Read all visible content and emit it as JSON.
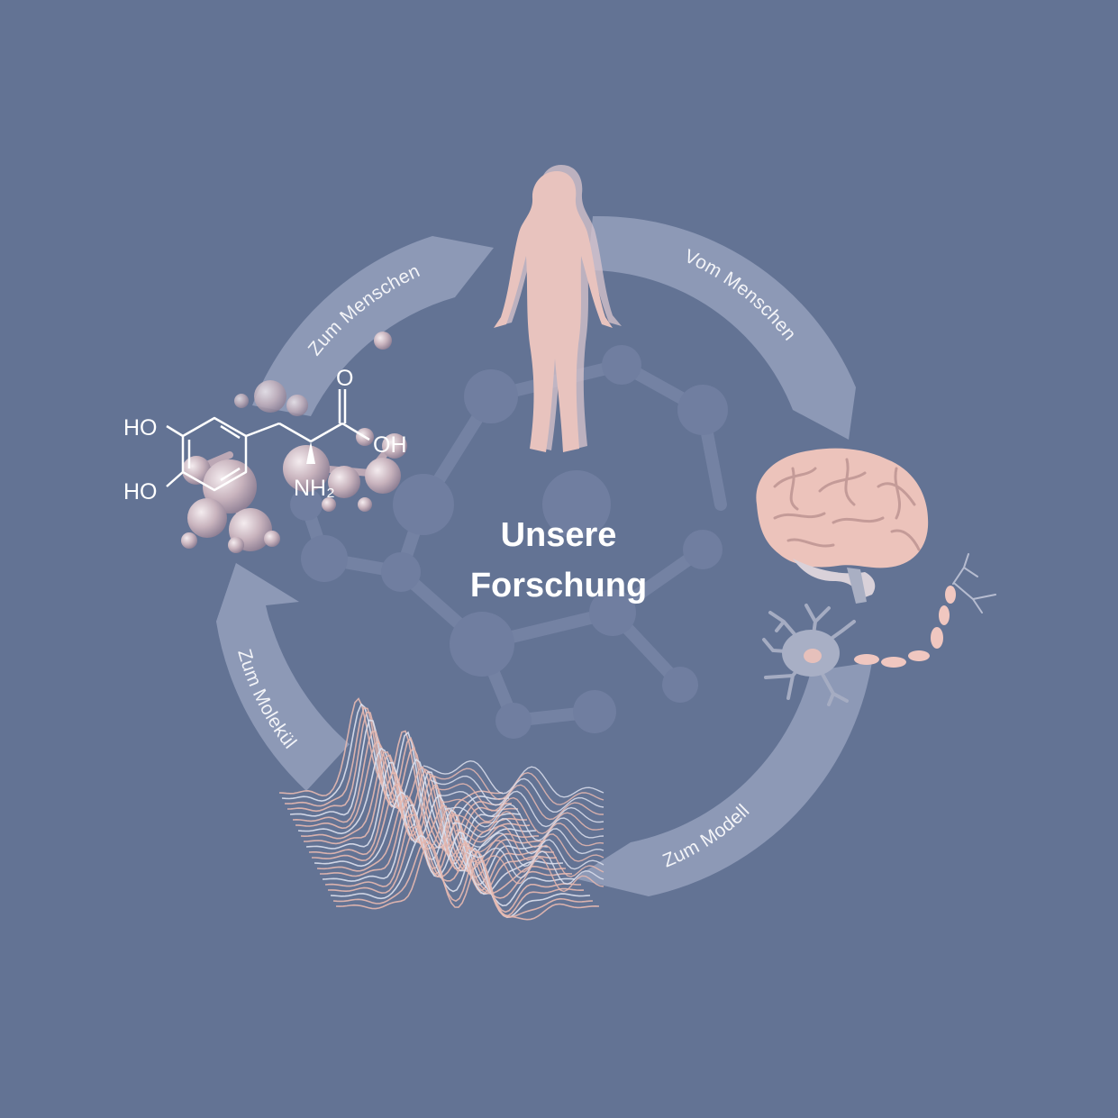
{
  "title": {
    "line1": "Unsere",
    "line2": "Forschung"
  },
  "cycle": {
    "steps": [
      {
        "label": "Vom Menschen"
      },
      {
        "label": "Zum Modell"
      },
      {
        "label": "Zum Molekül"
      },
      {
        "label": "Zum Menschen"
      }
    ]
  },
  "molecule": {
    "labels": {
      "o_top": "O",
      "oh_acid": "OH",
      "ho_upper": "HO",
      "ho_lower": "HO",
      "nh2": "NH₂"
    }
  },
  "colors": {
    "background": "#637394",
    "arrow": "#8d99b6",
    "skin": "#e8c3be",
    "brain": "#ecc3bb",
    "neuron": "#9fa7be",
    "wave_pink": "#e7b9b0",
    "wave_white": "#dde1ee"
  }
}
